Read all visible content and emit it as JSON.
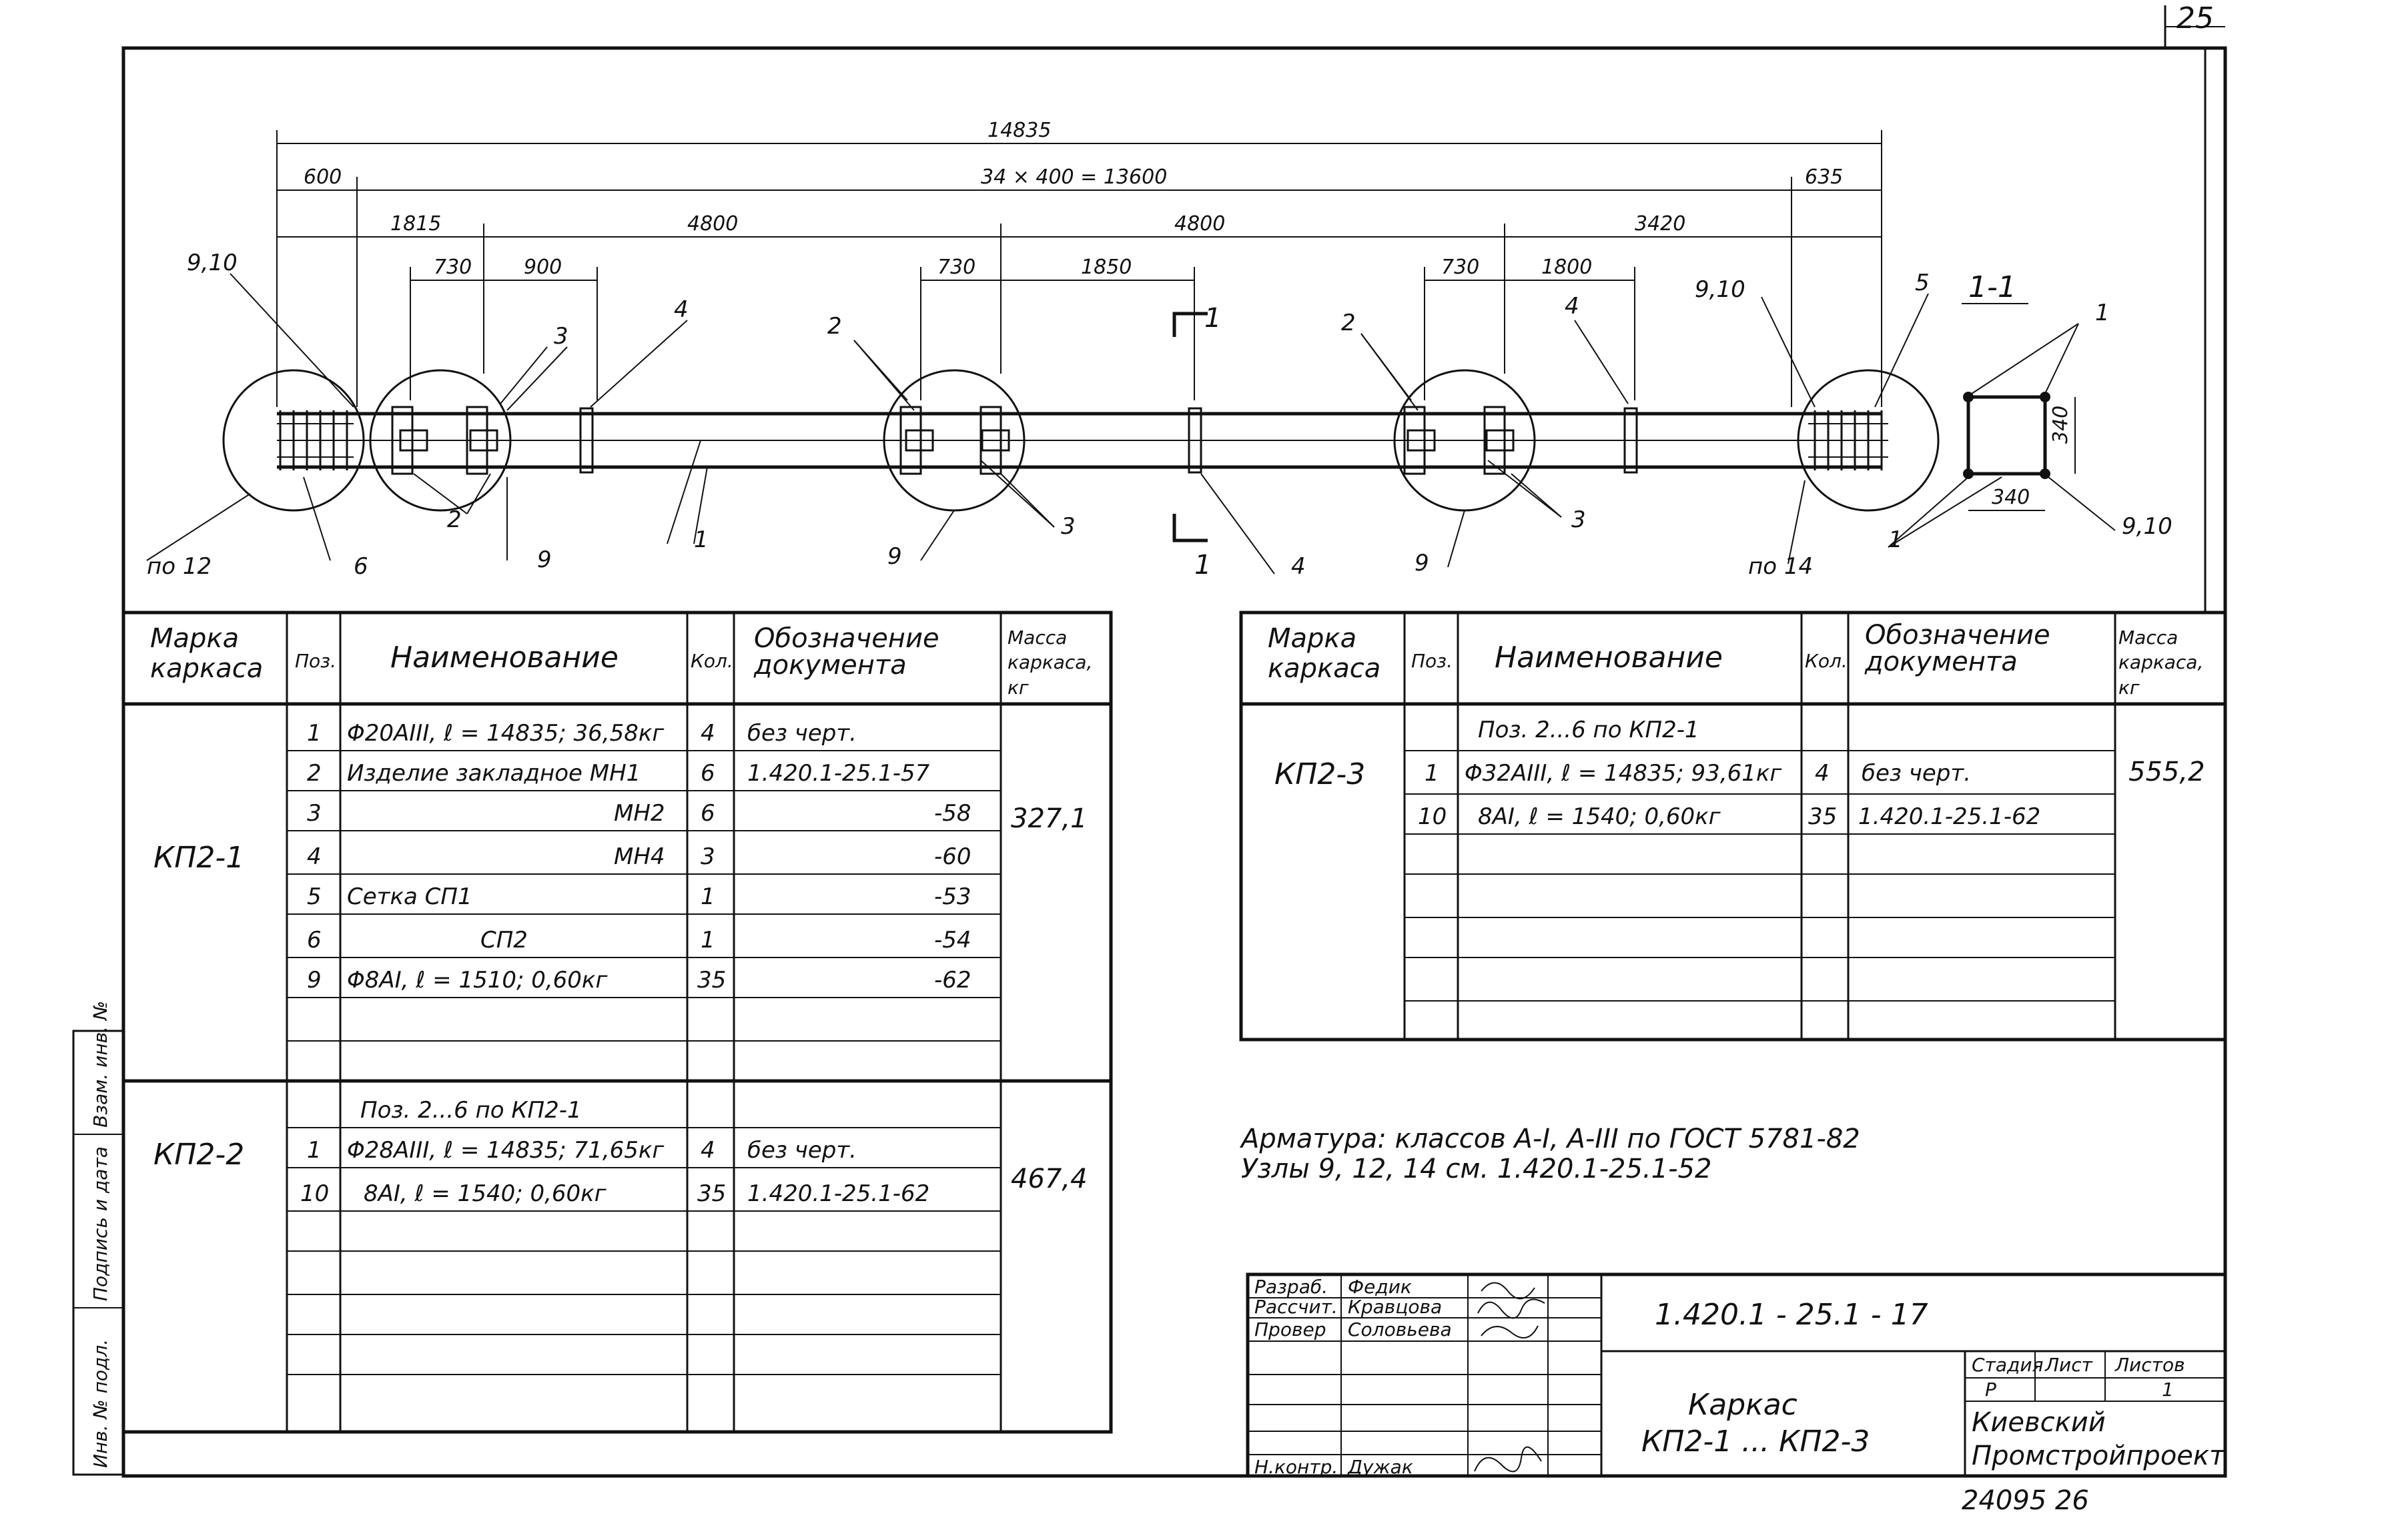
{
  "sheet_number": "25",
  "drawing": {
    "dims": {
      "total": "14835",
      "pitch": "34 × 400 = 13600",
      "left_600": "600",
      "right_635": "635",
      "d1815": "1815",
      "d4800a": "4800",
      "d4800b": "4800",
      "d3420": "3420",
      "d730a": "730",
      "d900": "900",
      "d730b": "730",
      "d1850": "1850",
      "d730c": "730",
      "d1800": "1800",
      "d340v": "340",
      "d340h": "340"
    },
    "labels": {
      "l9_10_left": "9,10",
      "l3_a": "3",
      "l4_a": "4",
      "l2_a": "2",
      "sec_mark_top": "1",
      "l2_b": "2",
      "l4_b": "4",
      "l9_10_right": "9,10",
      "l5": "5",
      "section_title": "1-1",
      "l1_sec": "1",
      "node12": "по 12",
      "l6": "6",
      "l2_c": "2",
      "l9_a": "9",
      "l1_a": "1",
      "l9_b": "9",
      "l3_b": "3",
      "sec_mark_bot": "1",
      "l4_c": "4",
      "l9_c": "9",
      "l3_c": "3",
      "node14": "по 14",
      "l1_sec_b": "1",
      "l9_10_sec": "9,10"
    }
  },
  "spec_left": {
    "headers": [
      "Марка каркаса",
      "Поз.",
      "Наименование",
      "Кол.",
      "Обозначение документа",
      "Масса каркаса, кг"
    ],
    "groups": [
      {
        "mark": "КП2-1",
        "mass": "327,1",
        "rows": [
          {
            "pos": "1",
            "name": "Φ20AIII, ℓ = 14835; 36,58кг",
            "qty": "4",
            "doc": "без черт."
          },
          {
            "pos": "2",
            "name": "Изделие закладное   МН1",
            "qty": "6",
            "doc": "1.420.1-25.1-57"
          },
          {
            "pos": "3",
            "name": "МН2",
            "qty": "6",
            "doc": "-58"
          },
          {
            "pos": "4",
            "name": "МН4",
            "qty": "3",
            "doc": "-60"
          },
          {
            "pos": "5",
            "name": "Сетка    СП1",
            "qty": "1",
            "doc": "-53"
          },
          {
            "pos": "6",
            "name": "СП2",
            "qty": "1",
            "doc": "-54"
          },
          {
            "pos": "9",
            "name": "Φ8AI, ℓ = 1510;    0,60кг",
            "qty": "35",
            "doc": "-62"
          }
        ]
      },
      {
        "mark": "КП2-2",
        "mass": "467,4",
        "rows": [
          {
            "pos": "",
            "name": "Поз. 2...6 по КП2-1",
            "qty": "",
            "doc": ""
          },
          {
            "pos": "1",
            "name": "Φ28AIII, ℓ = 14835; 71,65кг",
            "qty": "4",
            "doc": "без черт."
          },
          {
            "pos": "10",
            "name": "8AI, ℓ = 1540;    0,60кг",
            "qty": "35",
            "doc": "1.420.1-25.1-62"
          }
        ]
      }
    ]
  },
  "spec_right": {
    "headers": [
      "Марка каркаса",
      "Поз.",
      "Наименование",
      "Кол.",
      "Обозначение документа",
      "Масса каркаса, кг"
    ],
    "mark": "КП2-3",
    "mass": "555,2",
    "rows": [
      {
        "pos": "",
        "name": "Поз. 2...6 по КП2-1",
        "qty": "",
        "doc": ""
      },
      {
        "pos": "1",
        "name": "Φ32AIII, ℓ = 14835; 93,61кг",
        "qty": "4",
        "doc": "без черт."
      },
      {
        "pos": "10",
        "name": "8AI, ℓ = 1540;    0,60кг",
        "qty": "35",
        "doc": "1.420.1-25.1-62"
      }
    ]
  },
  "notes": {
    "line1": "Арматура: классов  A-I,  A-III  по  ГОСТ 5781-82",
    "line2": "Узлы  9, 12, 14  см.  1.420.1-25.1-52"
  },
  "title_block": {
    "code": "1.420.1 - 25.1 - 17",
    "roles": [
      {
        "role": "Разраб.",
        "name": "Федик"
      },
      {
        "role": "Рассчит.",
        "name": "Кравцова"
      },
      {
        "role": "Провер",
        "name": "Соловьева"
      },
      {
        "role": "Н.контр.",
        "name": "Дужак"
      }
    ],
    "object_name_1": "Каркас",
    "object_name_2": "КП2-1 ... КП2-3",
    "stage_label": "Стадия",
    "sheet_label": "Лист",
    "sheets_label": "Листов",
    "stage": "Р",
    "sheets": "1",
    "org_1": "Киевский",
    "org_2": "Промстройпроект",
    "footer_code": "24095  26"
  },
  "side_stamp": {
    "inv_orig": "Инв. № подл.",
    "sign_date": "Подпись и дата",
    "replace_inv": "Взам. инв. №"
  }
}
